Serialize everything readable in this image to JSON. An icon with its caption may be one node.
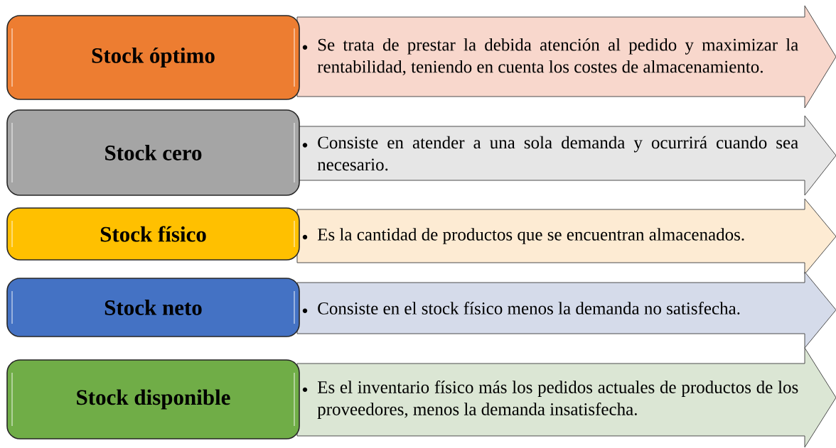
{
  "diagram": {
    "nodes": [
      {
        "text": [
          "Stock óptimo"
        ]
      },
      {
        "text": [
          "Se trata de prestar la debida atención al pedido y maximizar la rentabilidad, teniendo en cuenta los costes de almacenamiento."
        ]
      },
      {
        "text": [
          "Stock cero"
        ]
      },
      {
        "text": [
          "Consiste en atender a una sola demanda y ocurrirá cuando sea necesario."
        ]
      },
      {
        "text": [
          "Stock físico"
        ]
      },
      {
        "text": [
          "Es la cantidad de productos que se encuentran almacenados."
        ]
      },
      {
        "text": [
          "Stock neto"
        ]
      },
      {
        "text": [
          "Consiste en el stock físico menos la demanda no satisfecha."
        ]
      },
      {
        "text": [
          "Stock disponible"
        ]
      },
      {
        "text": [
          "Es el inventario físico más los pedidos actuales de productos de los proveedores, menos la demanda insatisfecha."
        ]
      }
    ]
  }
}
